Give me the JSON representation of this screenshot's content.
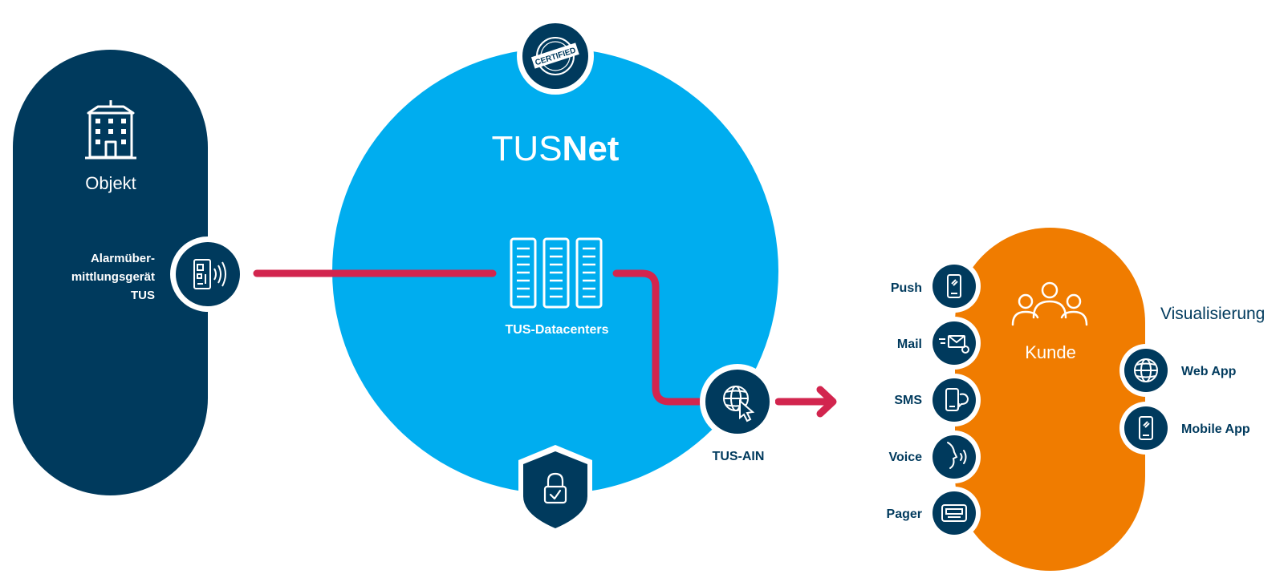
{
  "colors": {
    "navy": "#003a5d",
    "sky": "#00adef",
    "orange": "#f07c00",
    "red": "#d2254e",
    "white": "#ffffff"
  },
  "objekt": {
    "title": "Objekt",
    "icon": "building-icon",
    "device_label": [
      "Alarmüber-",
      "mittlungsgerät",
      "TUS"
    ],
    "device_icon": "transmitter-signal-icon"
  },
  "tusnet": {
    "title_light": "TUS",
    "title_bold": "Net",
    "certified_icon": "certified-stamp-icon",
    "certified_text": "CERTIFIED",
    "security_icon": "shield-lock-icon",
    "datacenter_label": "TUS-Datacenters",
    "datacenter_icon": "server-racks-icon",
    "ain_label": "TUS-AIN",
    "ain_icon": "globe-cursor-icon"
  },
  "kunde": {
    "title": "Kunde",
    "icon": "users-group-icon",
    "channels": [
      {
        "label": "Push",
        "icon": "smartphone-icon"
      },
      {
        "label": "Mail",
        "icon": "envelope-at-icon"
      },
      {
        "label": "SMS",
        "icon": "phone-chat-icon"
      },
      {
        "label": "Voice",
        "icon": "voice-head-icon"
      },
      {
        "label": "Pager",
        "icon": "pager-icon"
      }
    ]
  },
  "visualisierung": {
    "title": "Visualisierung",
    "items": [
      {
        "label": "Web App",
        "icon": "globe-icon"
      },
      {
        "label": "Mobile App",
        "icon": "smartphone-icon"
      }
    ]
  }
}
